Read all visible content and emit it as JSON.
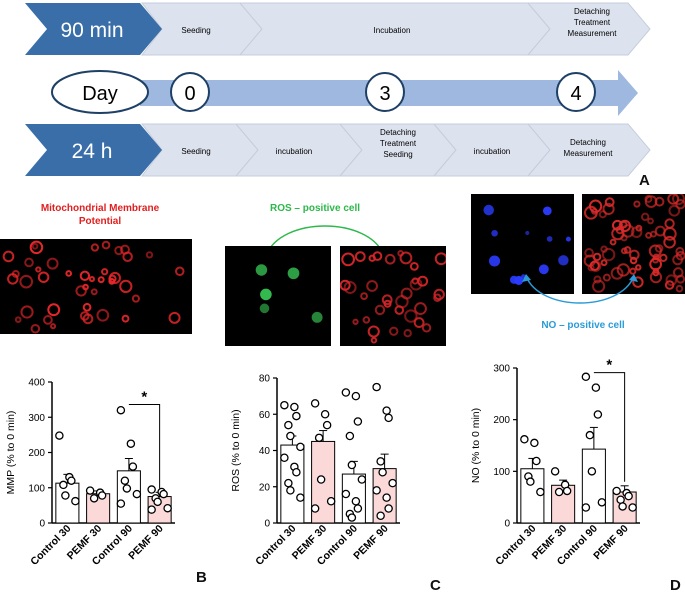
{
  "panel_a": {
    "letter": "A",
    "row_90": {
      "label": "90 min",
      "steps": [
        "Seeding",
        "Incubation",
        "Detaching\nTreatment\nMeasurement"
      ]
    },
    "row_day": {
      "label": "Day",
      "days": [
        "0",
        "3",
        "4"
      ]
    },
    "row_24": {
      "label": "24 h",
      "steps": [
        "Seeding",
        "incubation",
        "Detaching\nTreatment\nSeeding",
        "incubation",
        "Detaching\nMeasurement"
      ]
    },
    "colors": {
      "dark_blue": "#3a6ea8",
      "light_chevron": "#dde3ee",
      "day_arrow": "#9fb8e0"
    }
  },
  "images": {
    "mmp_title": "Mitochondrial Membrane\nPotential",
    "ros_title": "ROS – positive cell",
    "no_title": "NO – positive cell",
    "colors": {
      "mmp_title": "#e02020",
      "ros_title": "#2db84a",
      "no_title": "#2a9bd8"
    }
  },
  "chart_data": [
    {
      "type": "bar",
      "panel": "B",
      "ylabel": "MMP (% to 0 min)",
      "ylim": [
        0,
        400
      ],
      "yticks": [
        0,
        100,
        200,
        300,
        400
      ],
      "categories": [
        "Control 30",
        "PEMF 30",
        "Control 90",
        "PEMF 90"
      ],
      "values": [
        113,
        83,
        148,
        75
      ],
      "sem": [
        25,
        8,
        35,
        12
      ],
      "points": [
        [
          248,
          130,
          120,
          108,
          78,
          62
        ],
        [
          92,
          86,
          78,
          70
        ],
        [
          320,
          225,
          160,
          120,
          98,
          82,
          55
        ],
        [
          95,
          88,
          82,
          70,
          60,
          42,
          38
        ]
      ],
      "significance": {
        "label": "*",
        "from": 2,
        "to": 3
      },
      "colors": {
        "control": "#ffffff",
        "pemf": "#fbd9d9"
      }
    },
    {
      "type": "bar",
      "panel": "C",
      "ylabel": "ROS (% to 0 min)",
      "ylim": [
        0,
        80
      ],
      "yticks": [
        0,
        20,
        40,
        60,
        80
      ],
      "categories": [
        "Control 30",
        "PEMF 30",
        "Control 90",
        "PEMF 90"
      ],
      "values": [
        43,
        45,
        27,
        30
      ],
      "sem": [
        5,
        6,
        7,
        8
      ],
      "points": [
        [
          65,
          64,
          59,
          54,
          48,
          42,
          36,
          31,
          28,
          22,
          18,
          14
        ],
        [
          66,
          60,
          54,
          47,
          24,
          12,
          8
        ],
        [
          72,
          70,
          56,
          48,
          32,
          24,
          16,
          12,
          8,
          5,
          3
        ],
        [
          75,
          62,
          58,
          34,
          28,
          22,
          18,
          14,
          8,
          4
        ]
      ],
      "significance": null,
      "colors": {
        "control": "#ffffff",
        "pemf": "#fbd9d9"
      }
    },
    {
      "type": "bar",
      "panel": "D",
      "ylabel": "NO (% to 0 min)",
      "ylim": [
        0,
        300
      ],
      "yticks": [
        0,
        100,
        200,
        300
      ],
      "categories": [
        "Control 30",
        "PEMF 30",
        "Control 90",
        "PEMF 90"
      ],
      "values": [
        105,
        73,
        143,
        60
      ],
      "sem": [
        20,
        10,
        42,
        12
      ],
      "points": [
        [
          162,
          155,
          120,
          90,
          80,
          60
        ],
        [
          100,
          74,
          62,
          60
        ],
        [
          283,
          262,
          210,
          170,
          100,
          40,
          30
        ],
        [
          62,
          58,
          52,
          45,
          32,
          30
        ]
      ],
      "significance": {
        "label": "*",
        "from": 2,
        "to": 3
      },
      "colors": {
        "control": "#ffffff",
        "pemf": "#fbd9d9"
      }
    }
  ]
}
